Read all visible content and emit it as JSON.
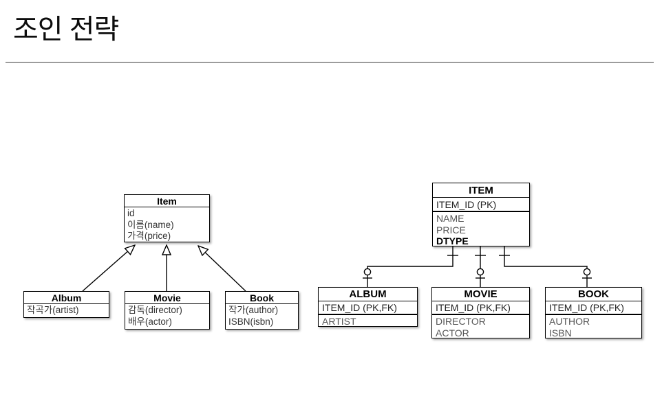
{
  "slide": {
    "title": "조인 전략"
  },
  "colors": {
    "stroke": "#000000",
    "title_rule": "#9c9c9c",
    "muted_column_text": "#555555",
    "background": "#ffffff"
  },
  "uml_diagram": {
    "classes": [
      {
        "name": "Item",
        "attributes": [
          "id",
          "이름(name)",
          "가격(price)"
        ]
      },
      {
        "name": "Album",
        "attributes": [
          "작곡가(artist)"
        ]
      },
      {
        "name": "Movie",
        "attributes": [
          "감독(director)",
          "배우(actor)"
        ]
      },
      {
        "name": "Book",
        "attributes": [
          "작가(author)",
          "ISBN(isbn)"
        ]
      }
    ],
    "relationships": [
      {
        "from": "Album",
        "to": "Item",
        "type": "generalization"
      },
      {
        "from": "Movie",
        "to": "Item",
        "type": "generalization"
      },
      {
        "from": "Book",
        "to": "Item",
        "type": "generalization"
      }
    ]
  },
  "er_diagram": {
    "tables": [
      {
        "name": "ITEM",
        "key": "ITEM_ID (PK)",
        "columns": [
          "NAME",
          "PRICE",
          "DTYPE"
        ]
      },
      {
        "name": "ALBUM",
        "key": "ITEM_ID (PK,FK)",
        "columns": [
          "ARTIST"
        ]
      },
      {
        "name": "MOVIE",
        "key": "ITEM_ID (PK,FK)",
        "columns": [
          "DIRECTOR",
          "ACTOR"
        ]
      },
      {
        "name": "BOOK",
        "key": "ITEM_ID (PK,FK)",
        "columns": [
          "AUTHOR",
          "ISBN"
        ]
      }
    ],
    "relationships": [
      {
        "from": "ITEM",
        "to": "ALBUM",
        "type": "one-to-zero-or-one"
      },
      {
        "from": "ITEM",
        "to": "MOVIE",
        "type": "one-to-zero-or-one"
      },
      {
        "from": "ITEM",
        "to": "BOOK",
        "type": "one-to-zero-or-one"
      }
    ]
  }
}
